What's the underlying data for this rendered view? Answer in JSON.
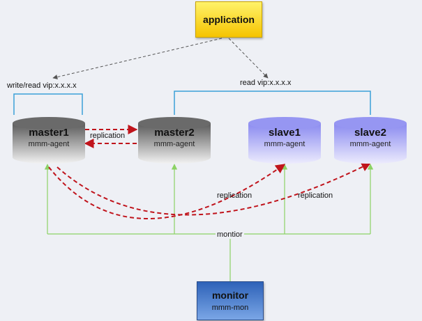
{
  "application": {
    "label": "application"
  },
  "monitor": {
    "title": "monitor",
    "subtitle": "mmm-mon"
  },
  "vips": {
    "write": "write/read vip:x.x.x.x",
    "read": "read vip:x.x.x.x"
  },
  "nodes": [
    {
      "id": "master1",
      "title": "master1",
      "subtitle": "mmm-agent",
      "kind": "master"
    },
    {
      "id": "master2",
      "title": "master2",
      "subtitle": "mmm-agent",
      "kind": "master"
    },
    {
      "id": "slave1",
      "title": "slave1",
      "subtitle": "mmm-agent",
      "kind": "slave"
    },
    {
      "id": "slave2",
      "title": "slave2",
      "subtitle": "mmm-agent",
      "kind": "slave"
    }
  ],
  "edges": {
    "master_replication": "replication",
    "slave1_replication": "replication",
    "slave2_replication": "replication",
    "monitor_link": "montior"
  },
  "colors": {
    "master_gradient": [
      "#5a5a5a",
      "#f2f2f2"
    ],
    "slave_gradient": [
      "#8a8af0",
      "#ecebfd"
    ],
    "application_fill": "#fbe02a",
    "monitor_fill": "#3a6fc4",
    "vip_bracket": "#3aa0d8",
    "replication": "#c0141c",
    "monitor_line": "#8cd264",
    "request_line": "#555555"
  }
}
